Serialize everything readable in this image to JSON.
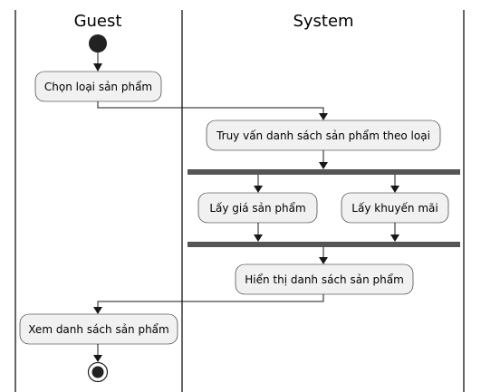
{
  "lanes": [
    {
      "title": "Guest"
    },
    {
      "title": "System"
    }
  ],
  "nodes": {
    "choose_category": "Chọn loại sản phẩm",
    "query_products": "Truy vấn danh sách sản phẩm theo loại",
    "get_price": "Lấy giá sản phẩm",
    "get_promotion": "Lấy khuyến mãi",
    "show_products": "Hiển thị danh sách sản phẩm",
    "view_products": "Xem danh sách sản phẩm"
  }
}
